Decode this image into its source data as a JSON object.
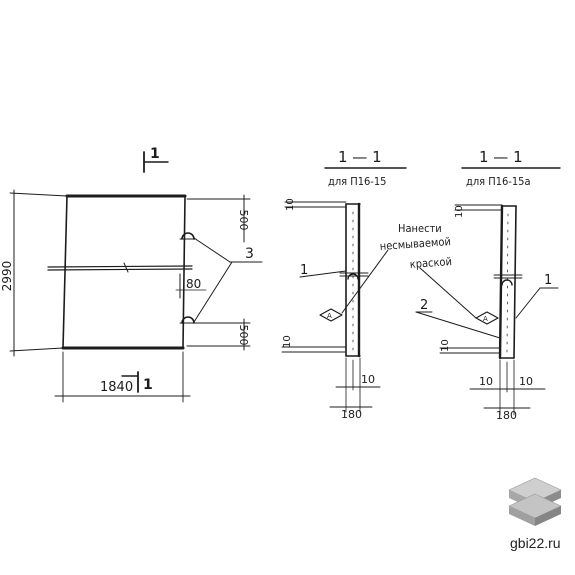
{
  "section_mark": "1",
  "front_view": {
    "height_dim": "2990",
    "width_dim": "1840",
    "top_loop_dim": "500",
    "bottom_loop_dim": "500",
    "middle_dim": "80",
    "callout_loops": "3"
  },
  "section_left": {
    "title": "1 — 1",
    "subtitle": "для  П16-15",
    "top_dim": "10",
    "bottom_dim": "10",
    "thickness_dim": "180",
    "offset_dim": "10",
    "callout": "1"
  },
  "section_right": {
    "title": "1 — 1",
    "subtitle": "для  П16-15а",
    "top_dim": "10",
    "bottom_dim": "10",
    "thickness_dim": "180",
    "offset_left": "10",
    "offset_right": "10",
    "callout_1": "1",
    "callout_2": "2"
  },
  "note": {
    "line1": "Нанести",
    "line2": "несмываемой",
    "line3": "краской",
    "mark_letter": "А"
  },
  "watermark": {
    "text": "gbi22.ru"
  }
}
